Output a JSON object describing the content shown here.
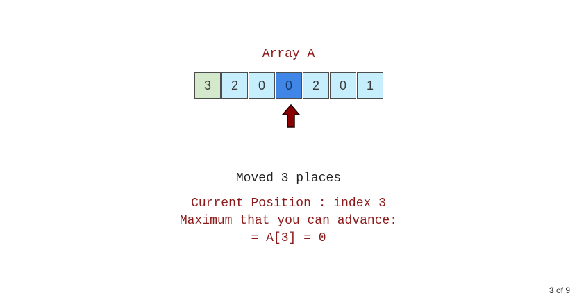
{
  "array": {
    "title": "Array A",
    "cells": [
      {
        "value": "3",
        "state": "visited"
      },
      {
        "value": "2",
        "state": "normal"
      },
      {
        "value": "0",
        "state": "normal"
      },
      {
        "value": "0",
        "state": "current"
      },
      {
        "value": "2",
        "state": "normal"
      },
      {
        "value": "0",
        "state": "normal"
      },
      {
        "value": "1",
        "state": "normal"
      }
    ],
    "pointer_index": 3
  },
  "messages": {
    "moved": "Moved 3 places",
    "current_position": "Current Position : index 3",
    "max_advance": "Maximum that you can advance:",
    "equation": "= A[3] = 0"
  },
  "pager": {
    "current": "3",
    "of_text": "of 9"
  },
  "colors": {
    "visited": "#d4e9cc",
    "normal": "#c7eefc",
    "current": "#3f86e6",
    "arrow": "#8b0000",
    "text_accent": "#8b1a1a"
  },
  "icons": {
    "pointer": "up-arrow-icon"
  }
}
